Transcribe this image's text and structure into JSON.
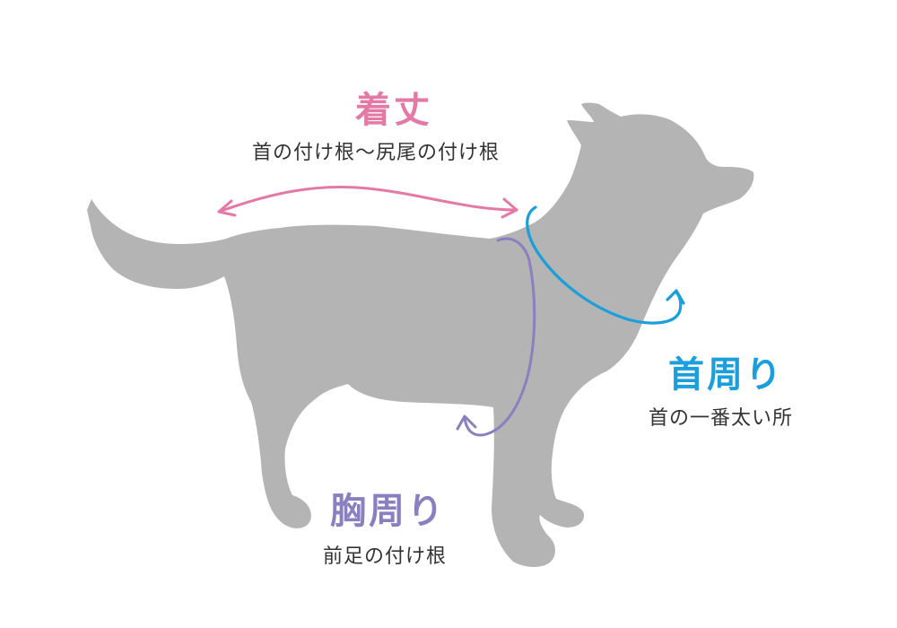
{
  "colors": {
    "silhouette": "#b4b4b4",
    "length": "#e479a6",
    "neck": "#1a9fdc",
    "chest": "#8a7fc0",
    "text": "#333333"
  },
  "measurements": {
    "length": {
      "title": "着丈",
      "description": "首の付け根～尻尾の付け根"
    },
    "neck": {
      "title": "首周り",
      "description": "首の一番太い所"
    },
    "chest": {
      "title": "胸周り",
      "description": "前足の付け根"
    }
  }
}
